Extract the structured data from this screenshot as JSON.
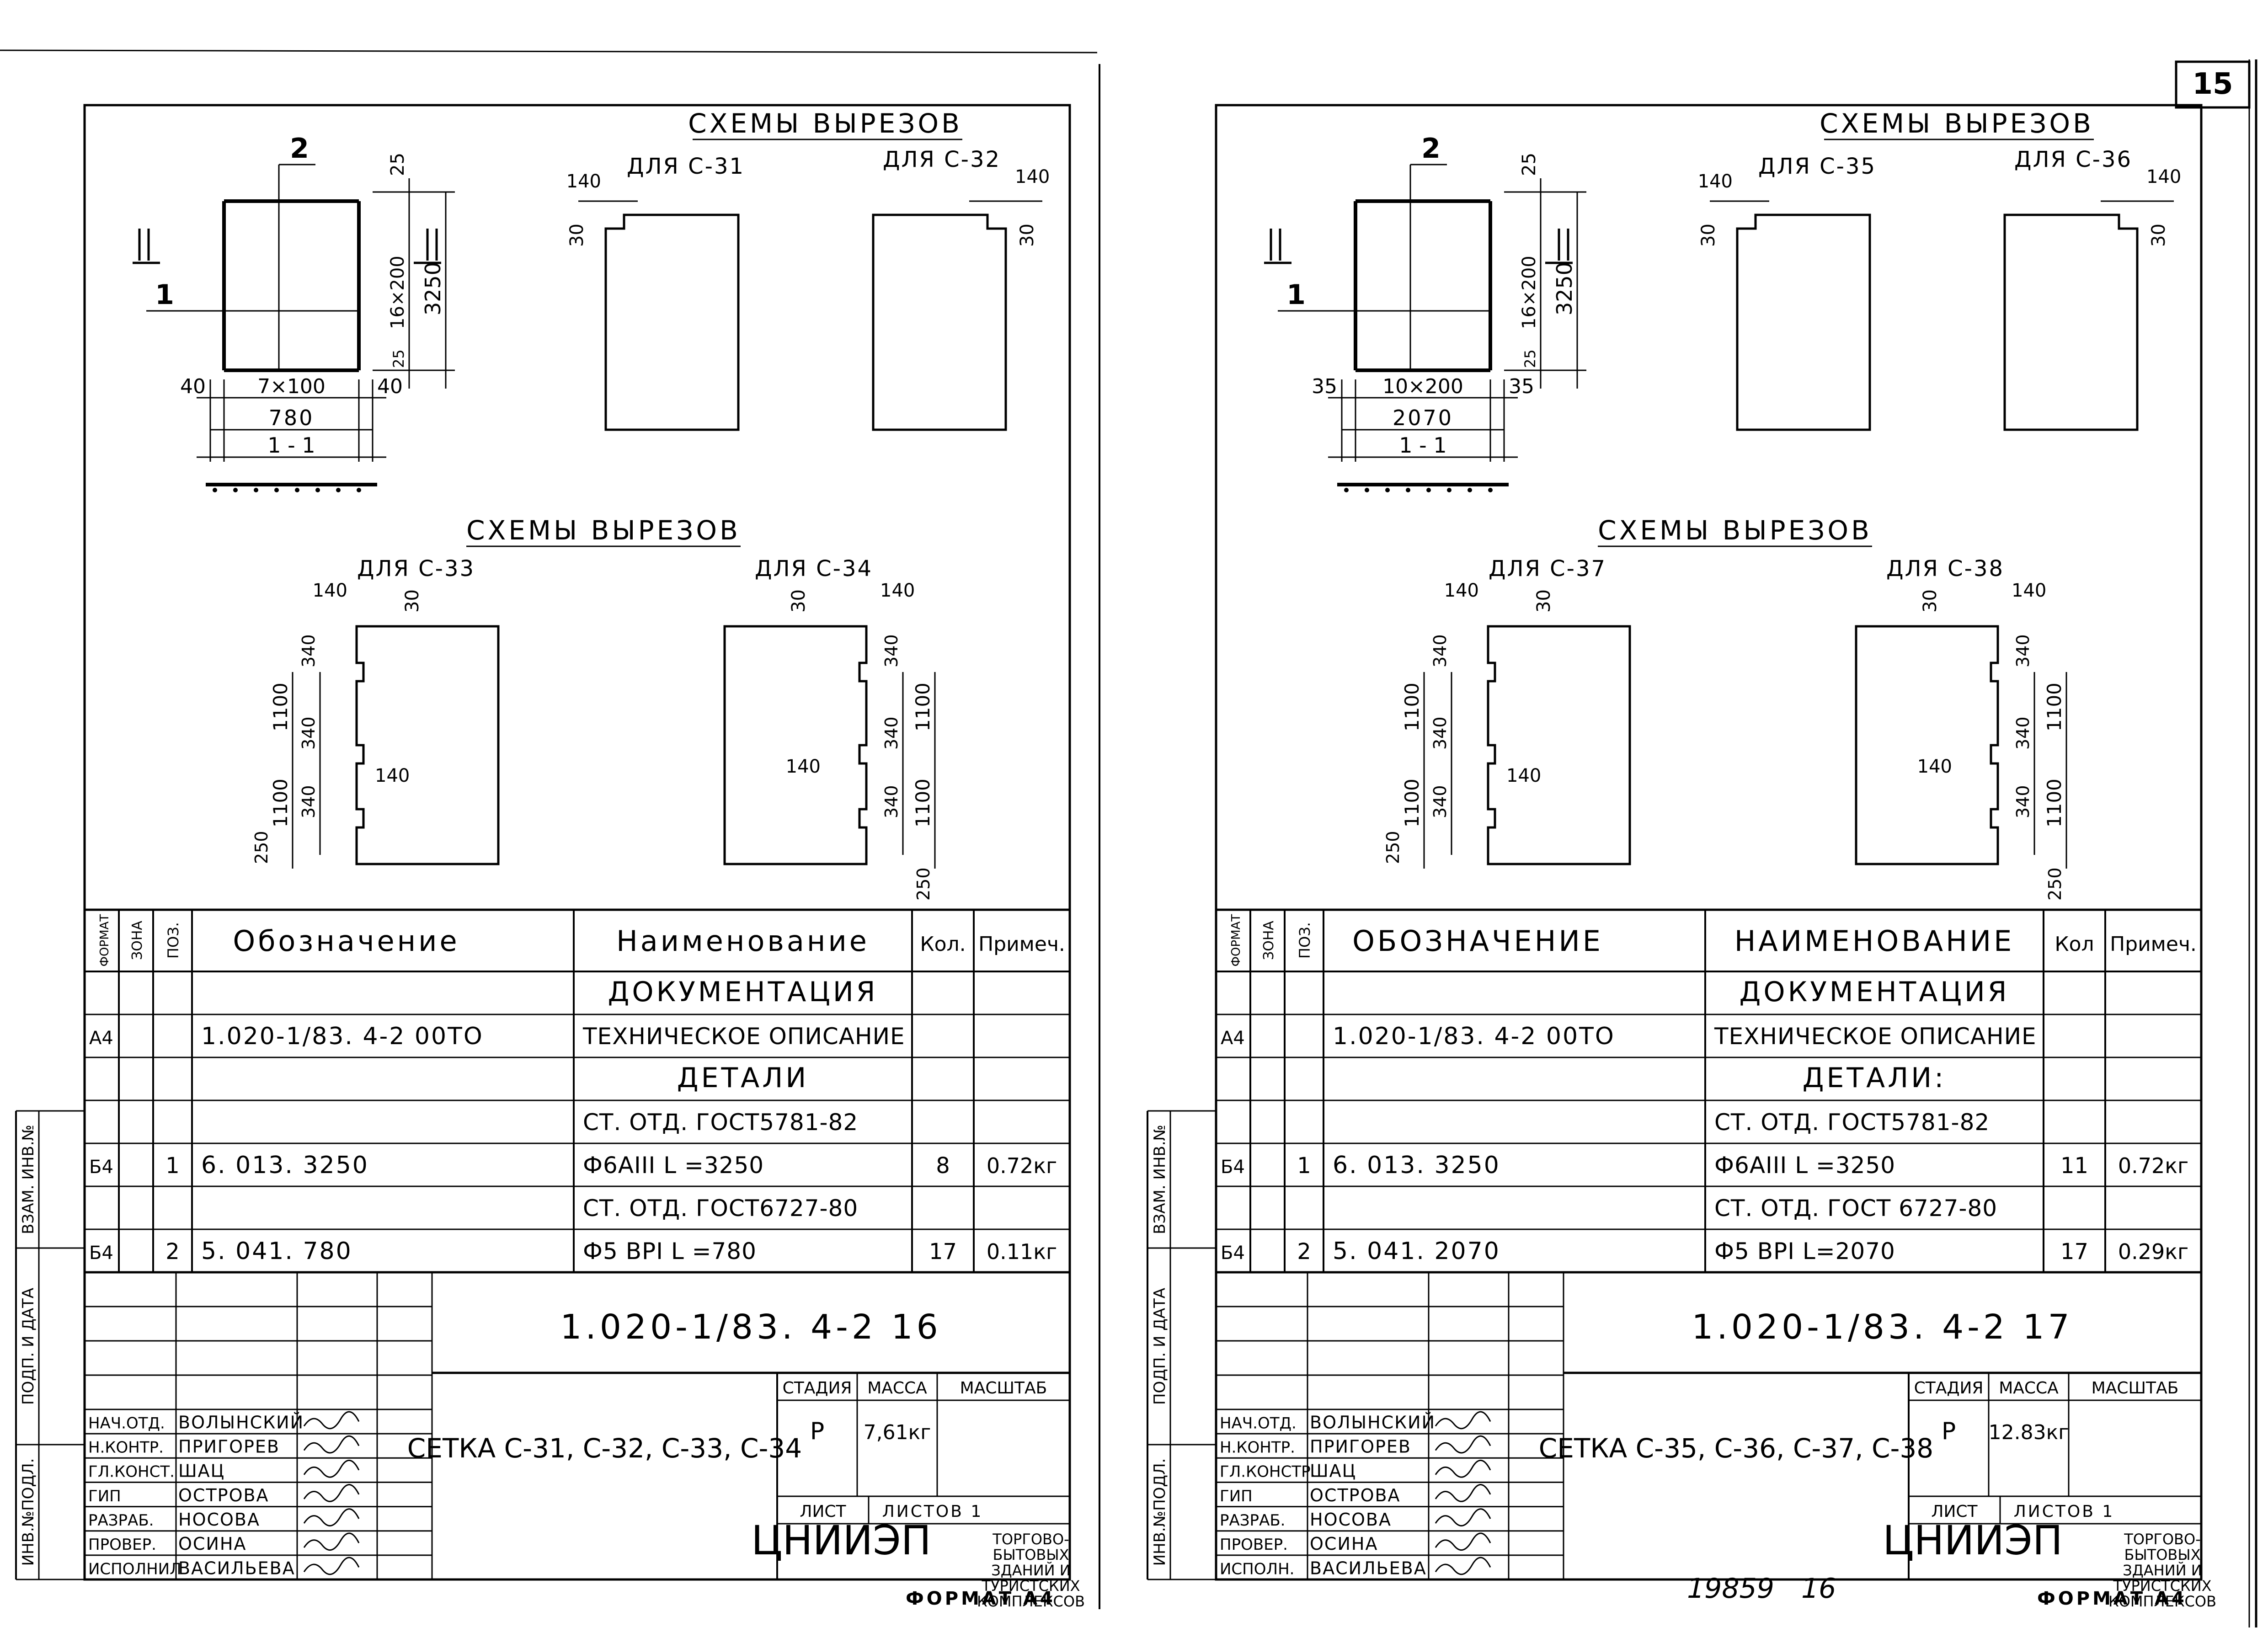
{
  "sheet_number": "15",
  "footer_center": "19859",
  "footer_center2": "16",
  "sheets": [
    {
      "cutout_title_top": "СХЕМЫ ВЫРЕЗОВ",
      "cutout_top_labels": [
        "ДЛЯ С-31",
        "ДЛЯ С-32"
      ],
      "cutout_title_bottom": "СХЕМЫ ВЫРЕЗОВ",
      "cutout_bottom_labels": [
        "ДЛЯ С-33",
        "ДЛЯ С-34"
      ],
      "mesh_dims": {
        "top": "25",
        "vert": "16×200",
        "bot": "25",
        "total": "3250",
        "left": "40",
        "mid": "7×100",
        "right": "40",
        "overall": "780",
        "section": "1 - 1",
        "mark_top": "2",
        "mark_side": "1"
      },
      "cut_dims": {
        "w": "140",
        "h": "30",
        "a": "340",
        "b": "1100",
        "c": "250"
      },
      "table_headers": [
        "ФОРМАТ",
        "ЗОНА",
        "ПОЗ.",
        "Обозначение",
        "Наименование",
        "Кол.",
        "Примеч."
      ],
      "rows": [
        {
          "fmt": "",
          "zone": "",
          "pos": "",
          "code": "",
          "name": "ДОКУМЕНТАЦИЯ",
          "qty": "",
          "note": ""
        },
        {
          "fmt": "А4",
          "zone": "",
          "pos": "",
          "code": "1.020-1/83. 4-2 00ТО",
          "name": "ТЕХНИЧЕСКОЕ ОПИСАНИЕ",
          "qty": "",
          "note": ""
        },
        {
          "fmt": "",
          "zone": "",
          "pos": "",
          "code": "",
          "name": "ДЕТАЛИ",
          "qty": "",
          "note": ""
        },
        {
          "fmt": "",
          "zone": "",
          "pos": "",
          "code": "",
          "name": "СТ. ОТД. ГОСТ5781-82",
          "qty": "",
          "note": ""
        },
        {
          "fmt": "Б4",
          "zone": "",
          "pos": "1",
          "code": "6. 013. 3250",
          "name": "Ф6АIII  L =3250",
          "qty": "8",
          "note": "0.72кг"
        },
        {
          "fmt": "",
          "zone": "",
          "pos": "",
          "code": "",
          "name": "СТ. ОТД. ГОСТ6727-80",
          "qty": "",
          "note": ""
        },
        {
          "fmt": "Б4",
          "zone": "",
          "pos": "2",
          "code": "5. 041. 780",
          "name": "Ф5 ВРI  L =780",
          "qty": "17",
          "note": "0.11кг"
        }
      ],
      "doc_code": "1.020-1/83. 4-2  16",
      "title": "СЕТКА С-31, С-32, С-33, С-34",
      "stage_header": "СТАДИЯ",
      "mass_header": "МАССА",
      "scale_header": "МАСШТАБ",
      "stage": "Р",
      "mass": "7,61кг",
      "sheet_label": "ЛИСТ",
      "sheets_label": "ЛИСТОВ 1",
      "org": "ЦНИИЭП",
      "org_sub": [
        "ТОРГОВО-",
        "БЫТОВЫХ",
        "ЗДАНИЙ И",
        "ТУРИСТСКИХ",
        "КОМПЛЕКСОВ"
      ],
      "signers": [
        {
          "role": "НАЧ.ОТД.",
          "name": "ВОЛЫНСКИЙ"
        },
        {
          "role": "Н.КОНТР.",
          "name": "ПРИГОРЕВ"
        },
        {
          "role": "ГЛ.КОНСТ.",
          "name": "ШАЦ"
        },
        {
          "role": "ГИП",
          "name": "ОСТРОВА"
        },
        {
          "role": "РАЗРАБ.",
          "name": "НОСОВА"
        },
        {
          "role": "ПРОВЕР.",
          "name": "ОСИНА"
        },
        {
          "role": "ИСПОЛНИЛ",
          "name": "ВАСИЛЬЕВА"
        }
      ],
      "format": "ФОРМАТ А4"
    },
    {
      "cutout_title_top": "СХЕМЫ ВЫРЕЗОВ",
      "cutout_top_labels": [
        "ДЛЯ С-35",
        "ДЛЯ С-36"
      ],
      "cutout_title_bottom": "СХЕМЫ ВЫРЕЗОВ",
      "cutout_bottom_labels": [
        "ДЛЯ С-37",
        "ДЛЯ С-38"
      ],
      "mesh_dims": {
        "top": "25",
        "vert": "16×200",
        "bot": "25",
        "total": "3250",
        "left": "35",
        "mid": "10×200",
        "right": "35",
        "overall": "2070",
        "section": "1 - 1",
        "mark_top": "2",
        "mark_side": "1"
      },
      "cut_dims": {
        "w": "140",
        "h": "30",
        "a": "340",
        "b": "1100",
        "c": "250"
      },
      "table_headers": [
        "ФОРМАТ",
        "ЗОНА",
        "ПОЗ.",
        "ОБОЗНАЧЕНИЕ",
        "НАИМЕНОВАНИЕ",
        "Кол",
        "Примеч."
      ],
      "rows": [
        {
          "fmt": "",
          "zone": "",
          "pos": "",
          "code": "",
          "name": "ДОКУМЕНТАЦИЯ",
          "qty": "",
          "note": ""
        },
        {
          "fmt": "А4",
          "zone": "",
          "pos": "",
          "code": "1.020-1/83. 4-2 00ТО",
          "name": "ТЕХНИЧЕСКОЕ ОПИСАНИЕ",
          "qty": "",
          "note": ""
        },
        {
          "fmt": "",
          "zone": "",
          "pos": "",
          "code": "",
          "name": "ДЕТАЛИ:",
          "qty": "",
          "note": ""
        },
        {
          "fmt": "",
          "zone": "",
          "pos": "",
          "code": "",
          "name": "СТ. ОТД. ГОСТ5781-82",
          "qty": "",
          "note": ""
        },
        {
          "fmt": "Б4",
          "zone": "",
          "pos": "1",
          "code": "6. 013. 3250",
          "name": "Ф6АIII  L =3250",
          "qty": "11",
          "note": "0.72кг"
        },
        {
          "fmt": "",
          "zone": "",
          "pos": "",
          "code": "",
          "name": "СТ. ОТД. ГОСТ 6727-80",
          "qty": "",
          "note": ""
        },
        {
          "fmt": "Б4",
          "zone": "",
          "pos": "2",
          "code": "5. 041. 2070",
          "name": "Ф5 ВРI  L=2070",
          "qty": "17",
          "note": "0.29кг"
        }
      ],
      "doc_code": "1.020-1/83. 4-2  17",
      "title": "СЕТКА С-35, С-36, С-37, С-38",
      "stage_header": "СТАДИЯ",
      "mass_header": "МАССА",
      "scale_header": "МАСШТАБ",
      "stage": "Р",
      "mass": "12.83кг",
      "sheet_label": "ЛИСТ",
      "sheets_label": "ЛИСТОВ 1",
      "org": "ЦНИИЭП",
      "org_sub": [
        "ТОРГОВО-",
        "БЫТОВЫХ",
        "ЗДАНИЙ И",
        "ТУРИСТСКИХ",
        "КОМПЛЕКСОВ"
      ],
      "signers": [
        {
          "role": "НАЧ.ОТД.",
          "name": "ВОЛЫНСКИЙ"
        },
        {
          "role": "Н.КОНТР.",
          "name": "ПРИГОРЕВ"
        },
        {
          "role": "ГЛ.КОНСТР.",
          "name": "ШАЦ"
        },
        {
          "role": "ГИП",
          "name": "ОСТРОВА"
        },
        {
          "role": "РАЗРАБ.",
          "name": "НОСОВА"
        },
        {
          "role": "ПРОВЕР.",
          "name": "ОСИНА"
        },
        {
          "role": "ИСПОЛН.",
          "name": "ВАСИЛЬЕВА"
        }
      ],
      "format": "ФОРМАТ А4"
    }
  ],
  "side_stamp": {
    "inv_orig": "ИНВ.№ПОДЛ.",
    "sign_date": "ПОДП. И ДАТА",
    "inv_repl": "ВЗАМ. ИНВ.№"
  }
}
